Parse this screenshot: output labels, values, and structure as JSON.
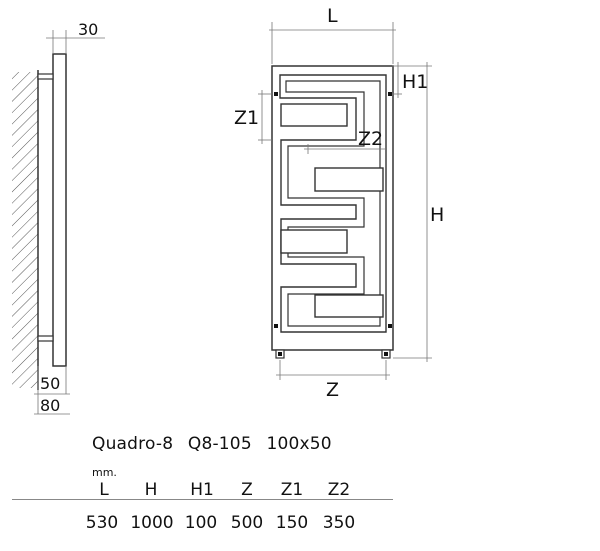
{
  "side_view": {
    "depth_top": "30",
    "bracket_offset": "50",
    "wall_distance": "80"
  },
  "front_view": {
    "width_label": "L",
    "height_label": "H",
    "h1_label": "H1",
    "z_label": "Z",
    "z1_label": "Z1",
    "z2_label": "Z2"
  },
  "spec": {
    "model_name": "Quadro-8",
    "model_code": "Q8-105",
    "model_size": "100x50",
    "unit": "mm.",
    "headers": [
      "L",
      "H",
      "H1",
      "Z",
      "Z1",
      "Z2"
    ],
    "values": [
      "530",
      "1000",
      "100",
      "500",
      "150",
      "350"
    ]
  }
}
